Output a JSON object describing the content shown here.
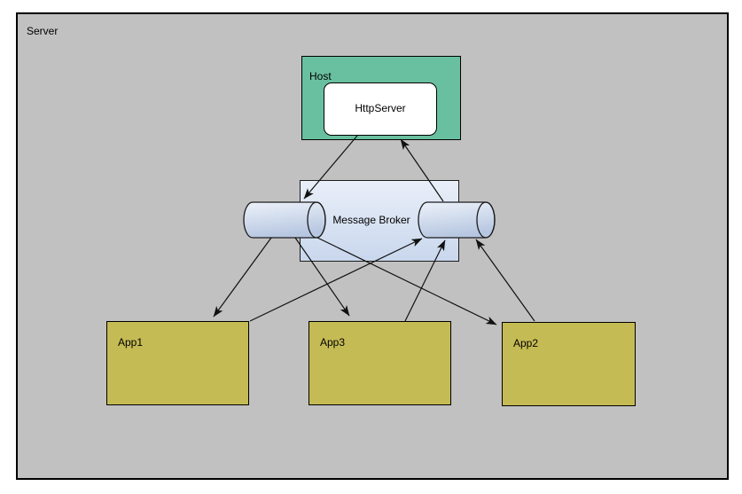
{
  "diagram": {
    "type": "deployment-messaging-diagram",
    "nodes": {
      "server": {
        "label": "Server",
        "shape": "rectangle"
      },
      "host": {
        "label": "Host",
        "shape": "rectangle"
      },
      "http_server": {
        "label": "HttpServer",
        "shape": "rounded-rectangle"
      },
      "message_broker": {
        "label": "Message Broker",
        "shape": "rectangle"
      },
      "queue_left": {
        "label": "",
        "shape": "cylinder"
      },
      "queue_right": {
        "label": "",
        "shape": "cylinder"
      },
      "app1": {
        "label": "App1",
        "shape": "rectangle"
      },
      "app3": {
        "label": "App3",
        "shape": "rectangle"
      },
      "app2": {
        "label": "App2",
        "shape": "rectangle"
      }
    },
    "edges": [
      {
        "from": "http_server",
        "to": "queue_left"
      },
      {
        "from": "queue_right",
        "to": "http_server"
      },
      {
        "from": "queue_left",
        "to": "app1"
      },
      {
        "from": "queue_left",
        "to": "app3"
      },
      {
        "from": "queue_left",
        "to": "app2"
      },
      {
        "from": "app1",
        "to": "queue_right"
      },
      {
        "from": "app3",
        "to": "queue_right"
      },
      {
        "from": "app2",
        "to": "queue_right"
      }
    ],
    "colors": {
      "page_bg": "#ffffff",
      "server_fill": "#c1c1c1",
      "host_fill": "#69c0a0",
      "http_server_fill": "#ffffff",
      "broker_fill_top": "#e9eff9",
      "broker_fill_bottom": "#c9d7ed",
      "cylinder_fill_top": "#edf2fa",
      "cylinder_fill_bottom": "#b7c7e1",
      "app_fill": "#c5bb54",
      "border": "#000000",
      "edge": "#111111"
    }
  }
}
